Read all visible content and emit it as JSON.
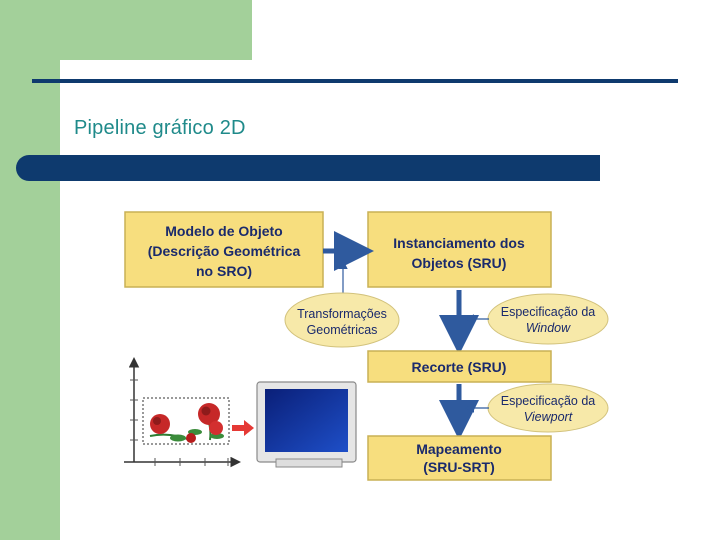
{
  "slide": {
    "title": "Pipeline gráfico 2D"
  },
  "diagram": {
    "modelo": [
      "Modelo de Objeto",
      "(Descrição Geométrica",
      "no SRO)"
    ],
    "instanciamento": [
      "Instanciamento dos",
      "Objetos (SRU)"
    ],
    "transformacoes": [
      "Transformações",
      "Geométricas"
    ],
    "espec_window": [
      "Especificação da",
      "Window"
    ],
    "recorte": "Recorte (SRU)",
    "espec_viewport": [
      "Especificação da",
      "Viewport"
    ],
    "mapeamento": [
      "Mapeamento",
      "(SRU-SRT)"
    ]
  },
  "colors": {
    "box_fill": "#f7de7e",
    "ellipse_fill": "#f7e9a9",
    "arrow": "#2f5a9e",
    "band": "#0e3a6e",
    "accent_green": "#a3d09a",
    "title_text": "#1f8a8a"
  }
}
